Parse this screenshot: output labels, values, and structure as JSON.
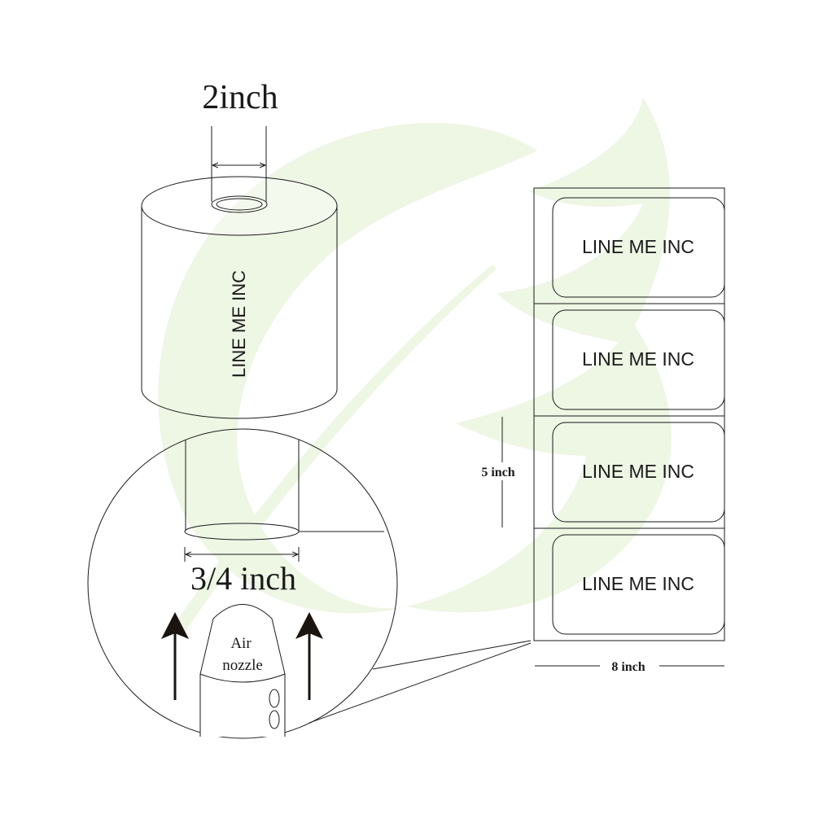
{
  "roll": {
    "core_width_label": "2inch",
    "brand_text": "LINE ME INC"
  },
  "detail": {
    "inner_core_label": "3/4 inch",
    "nozzle_label_line1": "Air",
    "nozzle_label_line2": "nozzle"
  },
  "label_sheet": {
    "labels": [
      "LINE ME INC",
      "LINE ME INC",
      "LINE ME INC",
      "LINE ME INC"
    ],
    "height_label": "5 inch",
    "width_label": "8 inch"
  },
  "colors": {
    "stroke": "#1a1a1a",
    "watermark": "#eef6e4",
    "arrow": "#1a1410"
  }
}
